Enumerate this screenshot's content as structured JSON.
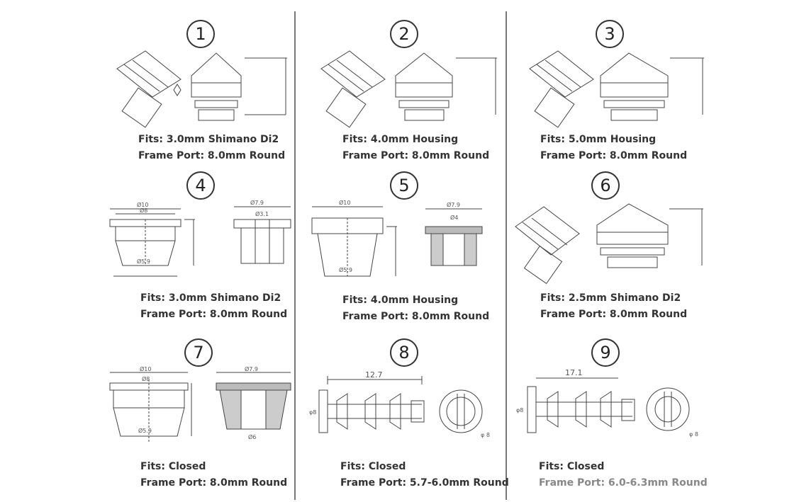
{
  "items": [
    {
      "number": "1",
      "fits": "Fits: 3.0mm Shimano Di2",
      "port": "Frame Port: 8.0mm Round"
    },
    {
      "number": "2",
      "fits": "Fits: 4.0mm Housing",
      "port": "Frame Port: 8.0mm Round"
    },
    {
      "number": "3",
      "fits": "Fits: 5.0mm Housing",
      "port": "Frame Port: 8.0mm Round"
    },
    {
      "number": "4",
      "fits": "Fits: 3.0mm Shimano Di2",
      "port": "Frame Port: 8.0mm Round"
    },
    {
      "number": "5",
      "fits": "Fits: 4.0mm Housing",
      "port": "Frame Port: 8.0mm Round"
    },
    {
      "number": "6",
      "fits": "Fits: 2.5mm Shimano Di2",
      "port": "Frame Port: 8.0mm Round"
    },
    {
      "number": "7",
      "fits": "Fits: Closed",
      "port": "Frame Port: 8.0mm Round"
    },
    {
      "number": "8",
      "fits": "Fits: Closed",
      "port": "Frame Port: 5.7-6.0mm Round"
    },
    {
      "number": "9",
      "fits": "Fits: Closed",
      "port": "Frame Port: 6.0-6.3mm Round"
    }
  ],
  "dims": {
    "d10": "Ø10",
    "d8": "Ø8",
    "d7_9": "Ø7.9",
    "d5_9": "Ø5.9",
    "d3_1": "Ø3.1",
    "d4": "Ø4",
    "d6": "Ø6",
    "len8": "12.7",
    "len9": "17.1",
    "phi8": "φ8",
    "phi_b": "φ 8"
  }
}
